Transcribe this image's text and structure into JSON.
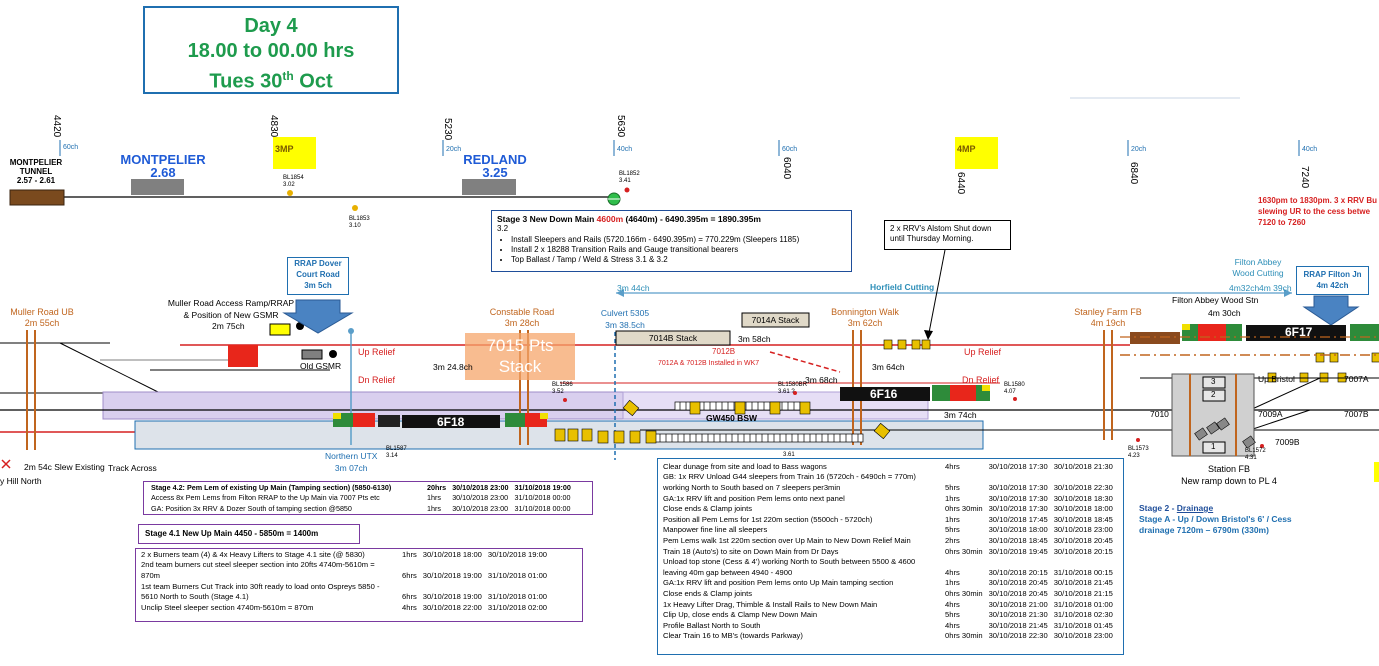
{
  "title": {
    "line1": "Day 4",
    "line2": "18.00 to 00.00 hrs",
    "line3_prefix": "Tues 30",
    "line3_sup": "th",
    "line3_suffix": " Oct"
  },
  "mileposts": [
    "4420",
    "4830",
    "5230",
    "5630",
    "6040",
    "6440",
    "6840",
    "7240"
  ],
  "chain_labels": [
    "60ch",
    "20ch",
    "40ch",
    "60ch",
    "20ch",
    "40ch"
  ],
  "mp_markers": {
    "m3": "3MP",
    "m4": "4MP"
  },
  "montpelier_tunnel": {
    "name1": "MONTPELIER",
    "name2": "TUNNEL",
    "range": "2.57 - 2.61"
  },
  "stations": {
    "montpelier": {
      "name": "MONTPELIER",
      "mileage": "2.68"
    },
    "redland": {
      "name": "REDLAND",
      "mileage": "3.25"
    }
  },
  "signals": {
    "bl1854": "BL1854",
    "bl1854_m": "3.02",
    "bl1853": "BL1853",
    "bl1853_m": "3.10",
    "bl1852": "BL1852",
    "bl1852_m": "3.41",
    "bl1586": "BL1586",
    "bl1586_m": "3.52",
    "bl1587": "BL1587",
    "bl1587_m": "3.14",
    "bl1580br": "BL1580BR",
    "bl1580br_m": "3.61 ?",
    "bl1580": "BL1580",
    "bl1580_m": "4.07",
    "bl1573": "BL1573",
    "bl1573_m": "4.23",
    "bl1572": "BL1572",
    "bl1572_m": "4.31",
    "m361": "3.61"
  },
  "stage3": {
    "title_a": "Stage 3 New Down Main ",
    "title_red": "4600m",
    "title_b": " (4640m) - 6490.395m = 1890.395m",
    "sub": "3.2",
    "bullets": [
      "Install Sleepers and Rails (5720.166m - 6490.395m) = 770.229m (Sleepers 1185)",
      "Install 2 x 18288 Transition Rails and Gauge transitional bearers",
      "Top Ballast / Tamp / Weld & Stress 3.1 & 3.2"
    ]
  },
  "alstom_note": "2 x RRV's Alstom Shut down until Thursday Morning.",
  "filton_note": {
    "line1": "1630pm to 1830pm. 3 x RRV Bu",
    "line2": "slewing  UR  to the cess betwe",
    "line3": "7120 to 7260"
  },
  "rrap_dover": {
    "l1": "RRAP Dover",
    "l2": "Court Road",
    "l3": "3m 5ch"
  },
  "rrap_filton": {
    "l1": "RRAP Filton Jn",
    "l2": "4m 42ch"
  },
  "filton_abbey_cut": {
    "l1": "Filton Abbey",
    "l2": "Wood Cutting",
    "l3": "4m32ch",
    "l4": "4m 39ch"
  },
  "filton_stn": "Filton Abbey Wood Stn",
  "filton_stn_m": "4m 30ch",
  "muller_ub": {
    "l1": "Muller Road UB",
    "l2": "2m 55ch"
  },
  "muller_access": {
    "l1": "Muller Road Access Ramp/RRAP",
    "l2": "& Position of New GSMR",
    "l3": "2m 75ch"
  },
  "constable": {
    "l1": "Constable Road",
    "l2": "3m 28ch"
  },
  "culvert": {
    "l1": "Culvert 5305",
    "l2": "3m 38.5ch"
  },
  "bonnington": {
    "l1": "Bonnington Walk",
    "l2": "3m 62ch"
  },
  "stanley": {
    "l1": "Stanley Farm FB",
    "l2": "4m 19ch"
  },
  "horfield": "Horfield Cutting",
  "dim_3m44": "3m 44ch",
  "up_relief": "Up Relief",
  "up_relief2": "Up Relief",
  "dn_relief": "Dn Relief",
  "dn_relief2": "Dn Relief",
  "old_gsmr": "Old GSMR",
  "m_248": "3m 24.8ch",
  "m_358": "3m 58ch",
  "m_368": "3m 68ch",
  "m_364": "3m 64ch",
  "m_374": "3m 74ch",
  "stack_7015": {
    "l1": "7015 Pts",
    "l2": "Stack"
  },
  "stack_7014b": "7014B Stack",
  "stack_7014a": "7014A Stack",
  "pts_7012b": "7012B",
  "pts_7012_note": "7012A & 7012B Installed in WK7",
  "trains": {
    "t1": "6F18",
    "t2": "6F16",
    "t3": "6F17"
  },
  "gw450": "GW450 BSW",
  "northern_utx": {
    "l1": "Northern UTX",
    "l2": "3m 07ch"
  },
  "slew": "2m 54c Slew Existing",
  "track_across": "Track Across",
  "hill_north": "y Hill North",
  "up_bristol": "Up Bristol",
  "pts": {
    "p7010": "7010",
    "p7009a": "7009A",
    "p7007b": "7007B",
    "p7007a": "7007A",
    "p7009b": "7009B"
  },
  "station_fb": {
    "l1": "Station FB",
    "l2": "New ramp down to PL 4"
  },
  "numbered_boxes": [
    "3",
    "2",
    "1"
  ],
  "stage2": {
    "title": "Stage 2 - ",
    "title_u": "Drainage",
    "l1": "Stage A - Up / Down Bristol's 6' / Cess",
    "l2": "drainage 7120m – 6790m (330m)"
  },
  "stage42": {
    "rows": [
      [
        "Stage 4.2: Pem Lem of existing  Up Main (Tamping section) (5850-6130)",
        "20hrs",
        "30/10/2018 23:00",
        "31/10/2018 19:00"
      ],
      [
        "Access 8x Pem Lems from Filton RRAP to the Up Main via 7007 Pts etc",
        "1hrs",
        "30/10/2018 23:00",
        "31/10/2018 00:00"
      ],
      [
        "GA: Position 3x RRV & Dozer South of tamping section @5850",
        "1hrs",
        "30/10/2018 23:00",
        "31/10/2018 00:00"
      ]
    ]
  },
  "stage41_title": "Stage 4.1 New Up Main 4450 - 5850m = 1400m",
  "stage41": {
    "rows": [
      [
        "2 x Burners team (4) & 4x Heavy Lifters to Stage 4.1 site (@ 5830)",
        "1hrs",
        "30/10/2018 18:00",
        "30/10/2018 19:00"
      ],
      [
        "2nd team burners cut steel sleeper section into 20fts 4740m-5610m =",
        "",
        "",
        ""
      ],
      [
        "870m",
        "6hrs",
        "30/10/2018 19:00",
        "31/10/2018 01:00"
      ],
      [
        "1st team Burners Cut Track into 30ft ready to load onto Ospreys 5850 -",
        "",
        "",
        ""
      ],
      [
        "5610 North to South (Stage 4.1)",
        "6hrs",
        "30/10/2018 19:00",
        "31/10/2018 01:00"
      ],
      [
        "Unclip Steel sleeper section 4740m-5610m = 870m",
        "4hrs",
        "30/10/2018 22:00",
        "31/10/2018 02:00"
      ]
    ]
  },
  "main_plan": {
    "rows": [
      [
        "Clear dunage from site and load to Bass wagons",
        "4hrs",
        "30/10/2018 17:30",
        "30/10/2018 21:30"
      ],
      [
        "GB: 1x RRV Unload G44 sleepers from Train 16 (5720ch - 6490ch = 770m)",
        "",
        "",
        ""
      ],
      [
        "working North to South based on 7 sleepers per3min",
        "5hrs",
        "30/10/2018 17:30",
        "30/10/2018 22:30"
      ],
      [
        "GA:1x RRV lift and position Pem lems onto next panel",
        "1hrs",
        "30/10/2018 17:30",
        "30/10/2018 18:30"
      ],
      [
        "Close ends & Clamp joints",
        "0hrs 30min",
        "30/10/2018 17:30",
        "30/10/2018 18:00"
      ],
      [
        "Position all Pem Lems for 1st 220m section (5500ch - 5720ch)",
        "1hrs",
        "30/10/2018 17:45",
        "30/10/2018 18:45"
      ],
      [
        "Manpower fine line all sleepers",
        "5hrs",
        "30/10/2018 18:00",
        "30/10/2018 23:00"
      ],
      [
        "Pem Lems walk 1st 220m section over Up Main to New Down Relief Main",
        "2hrs",
        "30/10/2018 18:45",
        "30/10/2018 20:45"
      ],
      [
        "Train 18 (Auto's) to site on Down Main from Dr Days",
        "0hrs 30min",
        "30/10/2018 19:45",
        "30/10/2018 20:15"
      ],
      [
        "Unload top stone (Cess & 4') working North to South between 5500 & 4600",
        "",
        "",
        ""
      ],
      [
        "leaving 40m gap between 4940 - 4900",
        "4hrs",
        "30/10/2018 20:15",
        "31/10/2018 00:15"
      ],
      [
        "GA:1x RRV lift and position Pem lems onto Up Main tamping section",
        "1hrs",
        "30/10/2018 20:45",
        "30/10/2018 21:45"
      ],
      [
        "Close ends & Clamp joints",
        "0hrs 30min",
        "30/10/2018 20:45",
        "30/10/2018 21:15"
      ],
      [
        "1x Heavy Lifter Drag, Thimble & Install Rails to New Down Main",
        "4hrs",
        "30/10/2018 21:00",
        "31/10/2018 01:00"
      ],
      [
        "Clip Up, close ends & Clamp New Down Main",
        "5hrs",
        "30/10/2018 21:30",
        "31/10/2018 02:30"
      ],
      [
        "Profile Ballast North to South",
        "4hrs",
        "30/10/2018 21:45",
        "31/10/2018 01:45"
      ],
      [
        "Clear Train 16 to MB's (towards Parkway)",
        "0hrs 30min",
        "30/10/2018 22:30",
        "30/10/2018 23:00"
      ]
    ]
  },
  "colors": {
    "green_title": "#1e9b4d",
    "blue": "#1f6fb0",
    "red": "#d62020",
    "orange": "#c0651e",
    "yellow": "#ffff00",
    "purple": "#7a3aa0"
  }
}
